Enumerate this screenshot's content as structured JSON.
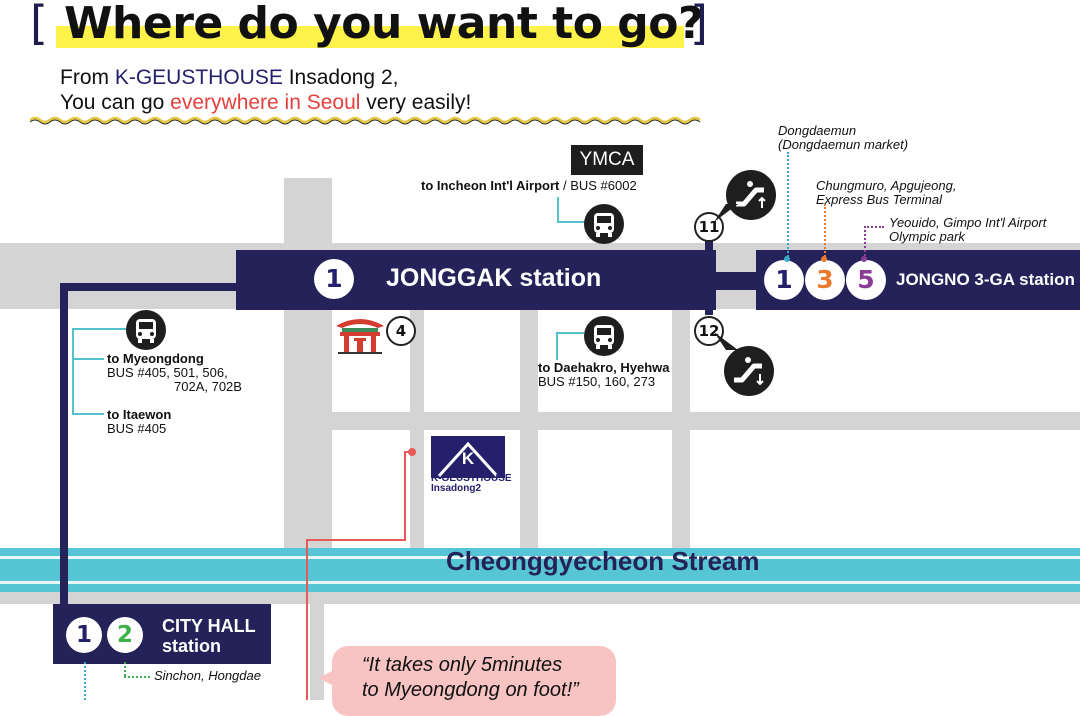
{
  "header": {
    "bracket_open": "[",
    "title": "Where do you want to go?",
    "bracket_close": "]",
    "intro": {
      "line1_prefix": "From ",
      "brand": "K-GEUSTHOUSE",
      "line1_suffix": " Insadong 2,",
      "line2_prefix": "You can go ",
      "highlight": "everywhere in Seoul",
      "line2_suffix": " very easily!"
    }
  },
  "colors": {
    "navy": "#252259",
    "road": "#d4d4d4",
    "stream": "#56c6d6",
    "line1_blue": "#25206b",
    "line2_green": "#3bb34a",
    "line3_orange": "#ec7a2c",
    "line5_purple": "#8a3c96",
    "highlight_yellow": "#fff24b",
    "accent_red": "#e3403e",
    "walk_teal": "#53c2cc",
    "walk_red": "#e85a57",
    "bubble_pink": "#f7c3c3"
  },
  "stations": {
    "jonggak": {
      "line": "1",
      "name": "JONGGAK station"
    },
    "jongno3ga": {
      "lines": [
        "1",
        "3",
        "5"
      ],
      "name": "JONGNO 3-GA station"
    },
    "cityhall": {
      "lines": [
        "1",
        "2"
      ],
      "name_line1": "CITY HALL",
      "name_line2": "station"
    }
  },
  "exits": {
    "e11": "11",
    "e12": "12",
    "e4": "4"
  },
  "labels": {
    "ymca": "YMCA",
    "airport_bold": "to Incheon Int'l Airport",
    "airport_bus": " / BUS #6002",
    "myeongdong": "to Myeongdong",
    "myeongdong_bus1": "BUS #405, 501, 506,",
    "myeongdong_bus2": "702A, 702B",
    "itaewon": "to Itaewon",
    "itaewon_bus": "BUS #405",
    "daehakro": "to Daehakro, Hyehwa",
    "daehakro_bus": "BUS #150, 160, 273",
    "dongdaemun1": "Dongdaemun",
    "dongdaemun2": "(Dongdaemun market)",
    "chungmuro1": "Chungmuro, Apgujeong,",
    "chungmuro2": "Express Bus Terminal",
    "yeouido1": "Yeouido, Gimpo Int'l Airport",
    "yeouido2": "Olympic park",
    "sinchon": "Sinchon, Hongdae",
    "stream": "Cheonggyecheon Stream",
    "guesthouse1": "K-GEUSTHOUSE",
    "guesthouse2": "Insadong2",
    "logo_letter": "K",
    "bubble1": "“It takes only 5minutes",
    "bubble2": "to Myeongdong on foot!”"
  },
  "icons": {
    "bus": "bus-icon",
    "escalator": "escalator-icon",
    "temple": "temple-gate-icon",
    "logo": "k-guesthouse-logo-icon"
  }
}
